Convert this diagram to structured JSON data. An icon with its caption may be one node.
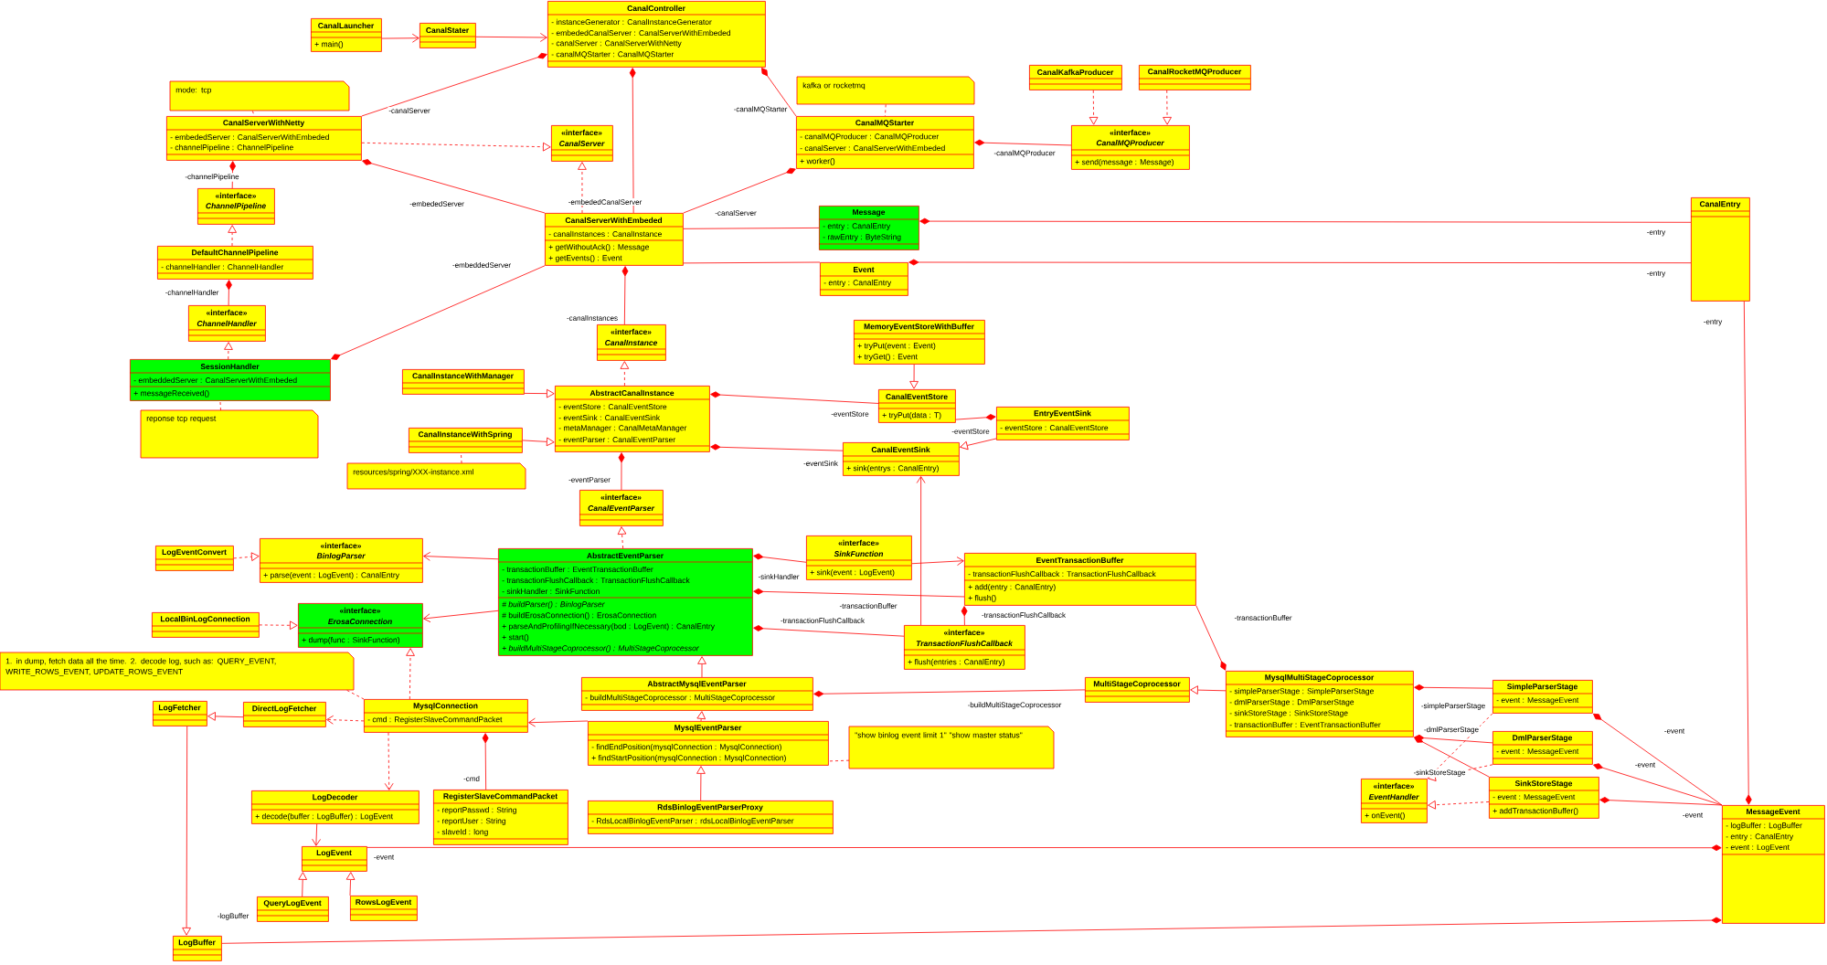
{
  "diagram": {
    "nodes": [
      {
        "text": [
          "CanalLauncher",
          "+ main()"
        ]
      },
      {
        "text": [
          "CanalStater"
        ]
      },
      {
        "text": [
          "CanalController",
          "- instanceGenerator : CanalInstanceGenerator",
          "- embededCanalServer : CanalServerWithEmbeded",
          "- canalServer : CanalServerWithNetty",
          "- canalMQStarter : CanalMQStarter"
        ]
      },
      {
        "text": [
          "mode: tcp"
        ]
      },
      {
        "text": [
          "CanalServerWithNetty",
          "- embededServer : CanalServerWithEmbeded",
          "- channelPipeline : ChannelPipeline"
        ]
      },
      {
        "text": [
          "«interface»",
          "CanalServer"
        ]
      },
      {
        "text": [
          "kafka or rocketmq"
        ]
      },
      {
        "text": [
          "CanalKafkaProducer"
        ]
      },
      {
        "text": [
          "CanalRocketMQProducer"
        ]
      },
      {
        "text": [
          "CanalMQStarter",
          "- canalMQProducer : CanalMQProducer",
          "- canalServer : CanalServerWithEmbeded",
          "+ worker()"
        ]
      },
      {
        "text": [
          "«interface»",
          "CanalMQProducer",
          "+ send(message : Message)"
        ]
      },
      {
        "text": [
          "«interface»",
          "ChannelPipeline"
        ]
      },
      {
        "text": [
          "CanalServerWithEmbeded",
          "- canalInstances : CanalInstance",
          "+ getWithoutAck() : Message",
          "+ getEvents() : Event"
        ]
      },
      {
        "text": [
          "Message",
          "- entry : CanalEntry",
          "- rawEntry : ByteString"
        ]
      },
      {
        "text": [
          "CanalEntry"
        ]
      },
      {
        "text": [
          "DefaultChannelPipeline",
          "- channelHandler : ChannelHandler"
        ]
      },
      {
        "text": [
          "Event",
          "- entry : CanalEntry"
        ]
      },
      {
        "text": [
          "«interface»",
          "ChannelHandler"
        ]
      },
      {
        "text": [
          "MemoryEventStoreWithBuffer",
          "+ tryPut(event : Event)",
          "+ tryGet() : Event"
        ]
      },
      {
        "text": [
          "«interface»",
          "CanalInstance"
        ]
      },
      {
        "text": [
          "SessionHandler",
          "- embeddedServer : CanalServerWithEmbeded",
          "+ messageReceived()"
        ]
      },
      {
        "text": [
          "CanalInstanceWithManager"
        ]
      },
      {
        "text": [
          "AbstractCanalInstance",
          "- eventStore : CanalEventStore",
          "- eventSink : CanalEventSink",
          "- metaManager : CanalMetaManager",
          "- eventParser : CanalEventParser"
        ]
      },
      {
        "text": [
          "CanalEventStore",
          "+ tryPut(data : T)"
        ]
      },
      {
        "text": [
          "EntryEventSink",
          "- eventStore : CanalEventStore"
        ]
      },
      {
        "text": [
          "reponse tcp request"
        ]
      },
      {
        "text": [
          "CanalInstanceWithSpring"
        ]
      },
      {
        "text": [
          "CanalEventSink",
          "+ sink(entrys : CanalEntry)"
        ]
      },
      {
        "text": [
          "resources/spring/XXX-instance.xml"
        ]
      },
      {
        "text": [
          "«interface»",
          "CanalEventParser"
        ]
      },
      {
        "text": [
          "«interface»",
          "SinkFunction",
          "+ sink(event : LogEvent)"
        ]
      },
      {
        "text": [
          "«interface»",
          "BinlogParser",
          "+ parse(event : LogEvent) : CanalEntry"
        ]
      },
      {
        "text": [
          "LogEventConvert"
        ]
      },
      {
        "text": [
          "AbstractEventParser",
          "- transactionBuffer : EventTransactionBuffer",
          "- transactionFlushCallback : TransactionFlushCallback",
          "- sinkHandler : SinkFunction",
          "# buildParser() : BinlogParser",
          "# buildErosaConnection() : ErosaConnection",
          "+ parseAndProfilingIfNecessary(bod : LogEvent) : CanalEntry",
          "+ start()",
          "+ buildMultiStageCoprocessor() : MultiStageCoprocessor"
        ]
      },
      {
        "text": [
          "EventTransactionBuffer",
          "- transactionFlushCallback : TransactionFlushCallback",
          "+ add(entry : CanalEntry)",
          "+ flush()"
        ]
      },
      {
        "text": [
          "LocalBinLogConnection"
        ]
      },
      {
        "text": [
          "«interface»",
          "ErosaConnection",
          "+ dump(func : SinkFunction)"
        ]
      },
      {
        "text": [
          "«interface»",
          "TransactionFlushCallback",
          "+ flush(entries : CanalEntry)"
        ]
      },
      {
        "text": [
          "1. in dump, fetch data all the time. 2. decode log, such as: QUERY_EVENT, WRITE_ROWS_EVENT, UPDATE_ROWS_EVENT"
        ]
      },
      {
        "text": [
          "MultiStageCoprocessor"
        ]
      },
      {
        "text": [
          "AbstractMysqlEventParser",
          "- buildMultiStageCoprocessor : MultiStageCoprocessor"
        ]
      },
      {
        "text": [
          "MysqlMultiStageCoprocessor",
          "- simpleParserStage : SimpleParserStage",
          "- dmlParserStage : DmlParserStage",
          "- sinkStoreStage : SinkStoreStage",
          "- transactionBuffer : EventTransactionBuffer"
        ]
      },
      {
        "text": [
          "SimpleParserStage",
          "- event : MessageEvent"
        ]
      },
      {
        "text": [
          "LogFetcher"
        ]
      },
      {
        "text": [
          "DirectLogFetcher"
        ]
      },
      {
        "text": [
          "MysqlConnection",
          "- cmd : RegisterSlaveCommandPacket"
        ]
      },
      {
        "text": [
          "MysqlEventParser",
          "- findEndPosition(mysqlConnection : MysqlConnection)",
          "+ findStartPosition(mysqlConnection : MysqlConnection)"
        ]
      },
      {
        "text": [
          "\"show binlog event limit 1\" \"show master status\""
        ]
      },
      {
        "text": [
          "DmlParserStage",
          "- event : MessageEvent"
        ]
      },
      {
        "text": [
          "SinkStoreStage",
          "- event : MessageEvent",
          "+ addTransactionBuffer()"
        ]
      },
      {
        "text": [
          "«interface»",
          "EventHandler",
          "+ onEvent()"
        ]
      },
      {
        "text": [
          "LogDecoder",
          "+ decode(buffer : LogBuffer) : LogEvent"
        ]
      },
      {
        "text": [
          "RegisterSlaveCommandPacket",
          "- reportPasswd : String",
          "- reportUser : String",
          "- slaveId : long"
        ]
      },
      {
        "text": [
          "RdsBinlogEventParserProxy",
          "- RdsLocalBinlogEventParser : rdsLocalBinlogEventParser"
        ]
      },
      {
        "text": [
          "MessageEvent",
          "- logBuffer : LogBuffer",
          "- entry : CanalEntry",
          "- event : LogEvent"
        ]
      },
      {
        "text": [
          "LogEvent"
        ]
      },
      {
        "text": [
          "QueryLogEvent"
        ]
      },
      {
        "text": [
          "RowsLogEvent"
        ]
      },
      {
        "text": [
          "LogBuffer"
        ]
      }
    ],
    "edges": [
      {
        "from": 0,
        "to": 1,
        "arrow": "to"
      },
      {
        "from": 1,
        "to": 2,
        "arrow": "to"
      },
      {
        "from": 2,
        "to": 4,
        "arrow": "other",
        "label": "-canalServer"
      },
      {
        "from": 2,
        "to": 12,
        "arrow": "other",
        "label": "-embededCanalServer"
      },
      {
        "from": 2,
        "to": 9,
        "arrow": "other",
        "label": "-canalMQStarter"
      },
      {
        "from": 4,
        "to": 12,
        "arrow": "other",
        "label": "-embededServer"
      },
      {
        "from": 4,
        "to": 5,
        "arrow": "to",
        "style": "dashed"
      },
      {
        "from": 12,
        "to": 5,
        "arrow": "to",
        "style": "dashed"
      },
      {
        "from": 4,
        "to": 11,
        "arrow": "other",
        "label": "-channelPipeline"
      },
      {
        "from": 15,
        "to": 11,
        "arrow": "to",
        "style": "dashed"
      },
      {
        "from": 15,
        "to": 17,
        "arrow": "other",
        "label": "-channelHandler"
      },
      {
        "from": 20,
        "to": 17,
        "arrow": "to",
        "style": "dashed"
      },
      {
        "from": 20,
        "to": 12,
        "arrow": "other",
        "label": "-embeddedServer"
      },
      {
        "from": 3,
        "to": 4,
        "arrow": "none",
        "style": "dashed"
      },
      {
        "from": 25,
        "to": 20,
        "arrow": "none",
        "style": "dashed"
      },
      {
        "from": 28,
        "to": 26,
        "arrow": "none",
        "style": "dashed"
      },
      {
        "from": 6,
        "to": 9,
        "arrow": "none",
        "style": "dashed"
      },
      {
        "from": 38,
        "to": 45,
        "arrow": "none",
        "style": "dashed"
      },
      {
        "from": 47,
        "to": 46,
        "arrow": "none",
        "style": "dashed"
      },
      {
        "from": 9,
        "to": 12,
        "arrow": "other",
        "label": "-canalServer"
      },
      {
        "from": 9,
        "to": 10,
        "arrow": "other",
        "label": "-canalMQProducer"
      },
      {
        "from": 7,
        "to": 10,
        "arrow": "to",
        "style": "dashed"
      },
      {
        "from": 8,
        "to": 10,
        "arrow": "to",
        "style": "dashed"
      },
      {
        "from": 12,
        "to": 13,
        "arrow": "none"
      },
      {
        "from": 12,
        "to": 16,
        "arrow": "none"
      },
      {
        "from": 13,
        "to": 14,
        "arrow": "other",
        "label": "-entry"
      },
      {
        "from": 16,
        "to": 14,
        "arrow": "other",
        "label": "-entry"
      },
      {
        "from": 12,
        "to": 19,
        "arrow": "other",
        "label": "-canalInstances"
      },
      {
        "from": 22,
        "to": 19,
        "arrow": "to",
        "style": "dashed"
      },
      {
        "from": 21,
        "to": 22,
        "arrow": "to"
      },
      {
        "from": 26,
        "to": 22,
        "arrow": "to"
      },
      {
        "from": 18,
        "to": 23,
        "arrow": "to"
      },
      {
        "from": 22,
        "to": 23,
        "arrow": "other",
        "label": "-eventStore"
      },
      {
        "from": 22,
        "to": 27,
        "arrow": "other",
        "label": "-eventSink"
      },
      {
        "from": 24,
        "to": 23,
        "arrow": "other",
        "label": "-eventStore"
      },
      {
        "from": 24,
        "to": 27,
        "arrow": "to"
      },
      {
        "from": 22,
        "to": 29,
        "arrow": "other",
        "label": "-eventParser"
      },
      {
        "from": 33,
        "to": 29,
        "arrow": "to",
        "style": "dashed"
      },
      {
        "from": 33,
        "to": 31,
        "arrow": "to"
      },
      {
        "from": 33,
        "to": 36,
        "arrow": "to"
      },
      {
        "from": 32,
        "to": 31,
        "arrow": "to",
        "style": "dashed"
      },
      {
        "from": 35,
        "to": 36,
        "arrow": "to",
        "style": "dashed"
      },
      {
        "from": 45,
        "to": 36,
        "arrow": "to",
        "style": "dashed"
      },
      {
        "from": 33,
        "to": 30,
        "arrow": "other",
        "label": "-sinkHandler"
      },
      {
        "from": 30,
        "to": 34,
        "arrow": "to"
      },
      {
        "from": 33,
        "to": 34,
        "arrow": "other",
        "label": "-transactionBuffer"
      },
      {
        "from": 34,
        "to": 37,
        "arrow": "other",
        "label": "-transactionFlushCallback"
      },
      {
        "from": 33,
        "to": 37,
        "arrow": "other",
        "label": "-transactionFlushCallback"
      },
      {
        "from": 37,
        "to": 27,
        "arrow": "to"
      },
      {
        "from": 40,
        "to": 33,
        "arrow": "to"
      },
      {
        "from": 46,
        "to": 40,
        "arrow": "to"
      },
      {
        "from": 53,
        "to": 46,
        "arrow": "to"
      },
      {
        "from": 40,
        "to": 39,
        "arrow": "other",
        "label": "-buildMultiStageCoprocessor"
      },
      {
        "from": 41,
        "to": 39,
        "arrow": "to"
      },
      {
        "from": 41,
        "to": 34,
        "arrow": "other",
        "label": "-transactionBuffer"
      },
      {
        "from": 46,
        "to": 45,
        "arrow": "to"
      },
      {
        "from": 45,
        "to": 44,
        "arrow": "to",
        "style": "dashed"
      },
      {
        "from": 44,
        "to": 43,
        "arrow": "to"
      },
      {
        "from": 45,
        "to": 51,
        "arrow": "to",
        "style": "dashed"
      },
      {
        "from": 45,
        "to": 52,
        "arrow": "other",
        "label": "-cmd"
      },
      {
        "from": 51,
        "to": 55,
        "arrow": "to"
      },
      {
        "from": 56,
        "to": 55,
        "arrow": "to"
      },
      {
        "from": 57,
        "to": 55,
        "arrow": "to"
      },
      {
        "from": 43,
        "to": 58,
        "arrow": "to"
      },
      {
        "from": 54,
        "to": 55,
        "arrow": "other",
        "label": "-event"
      },
      {
        "from": 54,
        "to": 58,
        "arrow": "other",
        "label": "-logBuffer"
      },
      {
        "from": 54,
        "to": 14,
        "arrow": "other",
        "label": "-entry"
      },
      {
        "from": 41,
        "to": 42,
        "arrow": "other",
        "label": "-simpleParserStage"
      },
      {
        "from": 41,
        "to": 48,
        "arrow": "other",
        "label": "-dmlParserStage"
      },
      {
        "from": 41,
        "to": 49,
        "arrow": "other",
        "label": "-sinkStoreStage"
      },
      {
        "from": 42,
        "to": 50,
        "arrow": "to",
        "style": "dashed"
      },
      {
        "from": 48,
        "to": 50,
        "arrow": "to",
        "style": "dashed"
      },
      {
        "from": 49,
        "to": 50,
        "arrow": "to",
        "style": "dashed"
      },
      {
        "from": 42,
        "to": 54,
        "arrow": "other",
        "label": "-event"
      },
      {
        "from": 48,
        "to": 54,
        "arrow": "other",
        "label": "-event"
      },
      {
        "from": 49,
        "to": 54,
        "arrow": "other",
        "label": "-event"
      }
    ]
  }
}
